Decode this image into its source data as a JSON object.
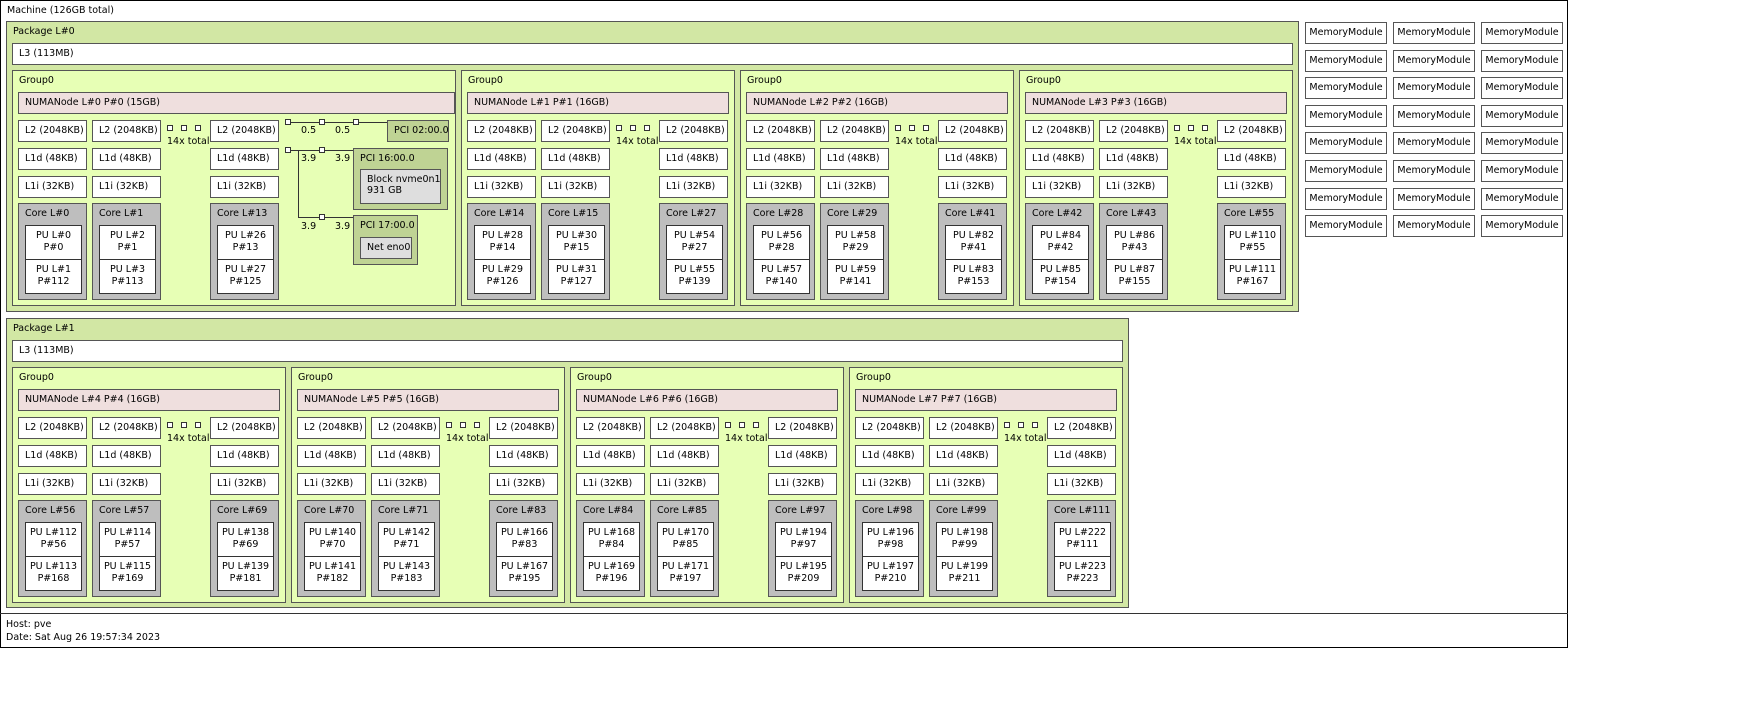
{
  "machine": {
    "title": "Machine (126GB total)",
    "host": "Host: pve",
    "date": "Date: Sat Aug 26 19:57:34 2023"
  },
  "cache_labels": {
    "l2": "L2 (2048KB)",
    "l1d": "L1d (48KB)",
    "l1i": "L1i (32KB)",
    "total": "14x total"
  },
  "packages": [
    {
      "label": "Package L#0",
      "l3": "L3 (113MB)",
      "groups": [
        {
          "label": "Group0",
          "numa": "NUMANode L#0 P#0 (15GB)",
          "cores": [
            {
              "label": "Core L#0",
              "pus": [
                [
                  "PU L#0",
                  "P#0"
                ],
                [
                  "PU L#1",
                  "P#112"
                ]
              ]
            },
            {
              "label": "Core L#1",
              "pus": [
                [
                  "PU L#2",
                  "P#1"
                ],
                [
                  "PU L#3",
                  "P#113"
                ]
              ]
            },
            {
              "label": "Core L#13",
              "pus": [
                [
                  "PU L#26",
                  "P#13"
                ],
                [
                  "PU L#27",
                  "P#125"
                ]
              ]
            }
          ]
        },
        {
          "label": "Group0",
          "numa": "NUMANode L#1 P#1 (16GB)",
          "cores": [
            {
              "label": "Core L#14",
              "pus": [
                [
                  "PU L#28",
                  "P#14"
                ],
                [
                  "PU L#29",
                  "P#126"
                ]
              ]
            },
            {
              "label": "Core L#15",
              "pus": [
                [
                  "PU L#30",
                  "P#15"
                ],
                [
                  "PU L#31",
                  "P#127"
                ]
              ]
            },
            {
              "label": "Core L#27",
              "pus": [
                [
                  "PU L#54",
                  "P#27"
                ],
                [
                  "PU L#55",
                  "P#139"
                ]
              ]
            }
          ]
        },
        {
          "label": "Group0",
          "numa": "NUMANode L#2 P#2 (16GB)",
          "cores": [
            {
              "label": "Core L#28",
              "pus": [
                [
                  "PU L#56",
                  "P#28"
                ],
                [
                  "PU L#57",
                  "P#140"
                ]
              ]
            },
            {
              "label": "Core L#29",
              "pus": [
                [
                  "PU L#58",
                  "P#29"
                ],
                [
                  "PU L#59",
                  "P#141"
                ]
              ]
            },
            {
              "label": "Core L#41",
              "pus": [
                [
                  "PU L#82",
                  "P#41"
                ],
                [
                  "PU L#83",
                  "P#153"
                ]
              ]
            }
          ]
        },
        {
          "label": "Group0",
          "numa": "NUMANode L#3 P#3 (16GB)",
          "cores": [
            {
              "label": "Core L#42",
              "pus": [
                [
                  "PU L#84",
                  "P#42"
                ],
                [
                  "PU L#85",
                  "P#154"
                ]
              ]
            },
            {
              "label": "Core L#43",
              "pus": [
                [
                  "PU L#86",
                  "P#43"
                ],
                [
                  "PU L#87",
                  "P#155"
                ]
              ]
            },
            {
              "label": "Core L#55",
              "pus": [
                [
                  "PU L#110",
                  "P#55"
                ],
                [
                  "PU L#111",
                  "P#167"
                ]
              ]
            }
          ]
        }
      ]
    },
    {
      "label": "Package L#1",
      "l3": "L3 (113MB)",
      "groups": [
        {
          "label": "Group0",
          "numa": "NUMANode L#4 P#4 (16GB)",
          "cores": [
            {
              "label": "Core L#56",
              "pus": [
                [
                  "PU L#112",
                  "P#56"
                ],
                [
                  "PU L#113",
                  "P#168"
                ]
              ]
            },
            {
              "label": "Core L#57",
              "pus": [
                [
                  "PU L#114",
                  "P#57"
                ],
                [
                  "PU L#115",
                  "P#169"
                ]
              ]
            },
            {
              "label": "Core L#69",
              "pus": [
                [
                  "PU L#138",
                  "P#69"
                ],
                [
                  "PU L#139",
                  "P#181"
                ]
              ]
            }
          ]
        },
        {
          "label": "Group0",
          "numa": "NUMANode L#5 P#5 (16GB)",
          "cores": [
            {
              "label": "Core L#70",
              "pus": [
                [
                  "PU L#140",
                  "P#70"
                ],
                [
                  "PU L#141",
                  "P#182"
                ]
              ]
            },
            {
              "label": "Core L#71",
              "pus": [
                [
                  "PU L#142",
                  "P#71"
                ],
                [
                  "PU L#143",
                  "P#183"
                ]
              ]
            },
            {
              "label": "Core L#83",
              "pus": [
                [
                  "PU L#166",
                  "P#83"
                ],
                [
                  "PU L#167",
                  "P#195"
                ]
              ]
            }
          ]
        },
        {
          "label": "Group0",
          "numa": "NUMANode L#6 P#6 (16GB)",
          "cores": [
            {
              "label": "Core L#84",
              "pus": [
                [
                  "PU L#168",
                  "P#84"
                ],
                [
                  "PU L#169",
                  "P#196"
                ]
              ]
            },
            {
              "label": "Core L#85",
              "pus": [
                [
                  "PU L#170",
                  "P#85"
                ],
                [
                  "PU L#171",
                  "P#197"
                ]
              ]
            },
            {
              "label": "Core L#97",
              "pus": [
                [
                  "PU L#194",
                  "P#97"
                ],
                [
                  "PU L#195",
                  "P#209"
                ]
              ]
            }
          ]
        },
        {
          "label": "Group0",
          "numa": "NUMANode L#7 P#7 (16GB)",
          "cores": [
            {
              "label": "Core L#98",
              "pus": [
                [
                  "PU L#196",
                  "P#98"
                ],
                [
                  "PU L#197",
                  "P#210"
                ]
              ]
            },
            {
              "label": "Core L#99",
              "pus": [
                [
                  "PU L#198",
                  "P#99"
                ],
                [
                  "PU L#199",
                  "P#211"
                ]
              ]
            },
            {
              "label": "Core L#111",
              "pus": [
                [
                  "PU L#222",
                  "P#111"
                ],
                [
                  "PU L#223",
                  "P#223"
                ]
              ]
            }
          ]
        }
      ]
    }
  ],
  "pci": {
    "bw1": "0.5",
    "bw2": "0.5",
    "pci1": "PCI 02:00.0",
    "bw3": "3.9",
    "bw4": "3.9",
    "pci2": "PCI 16:00.0",
    "block": "Block nvme0n1",
    "block_size": "931 GB",
    "bw5": "3.9",
    "bw6": "3.9",
    "pci3": "PCI 17:00.0",
    "net": "Net eno0"
  },
  "memory_modules": [
    "MemoryModule",
    "MemoryModule",
    "MemoryModule",
    "MemoryModule",
    "MemoryModule",
    "MemoryModule",
    "MemoryModule",
    "MemoryModule",
    "MemoryModule",
    "MemoryModule",
    "MemoryModule",
    "MemoryModule",
    "MemoryModule",
    "MemoryModule",
    "MemoryModule",
    "MemoryModule",
    "MemoryModule",
    "MemoryModule",
    "MemoryModule",
    "MemoryModule",
    "MemoryModule",
    "MemoryModule",
    "MemoryModule",
    "MemoryModule"
  ]
}
